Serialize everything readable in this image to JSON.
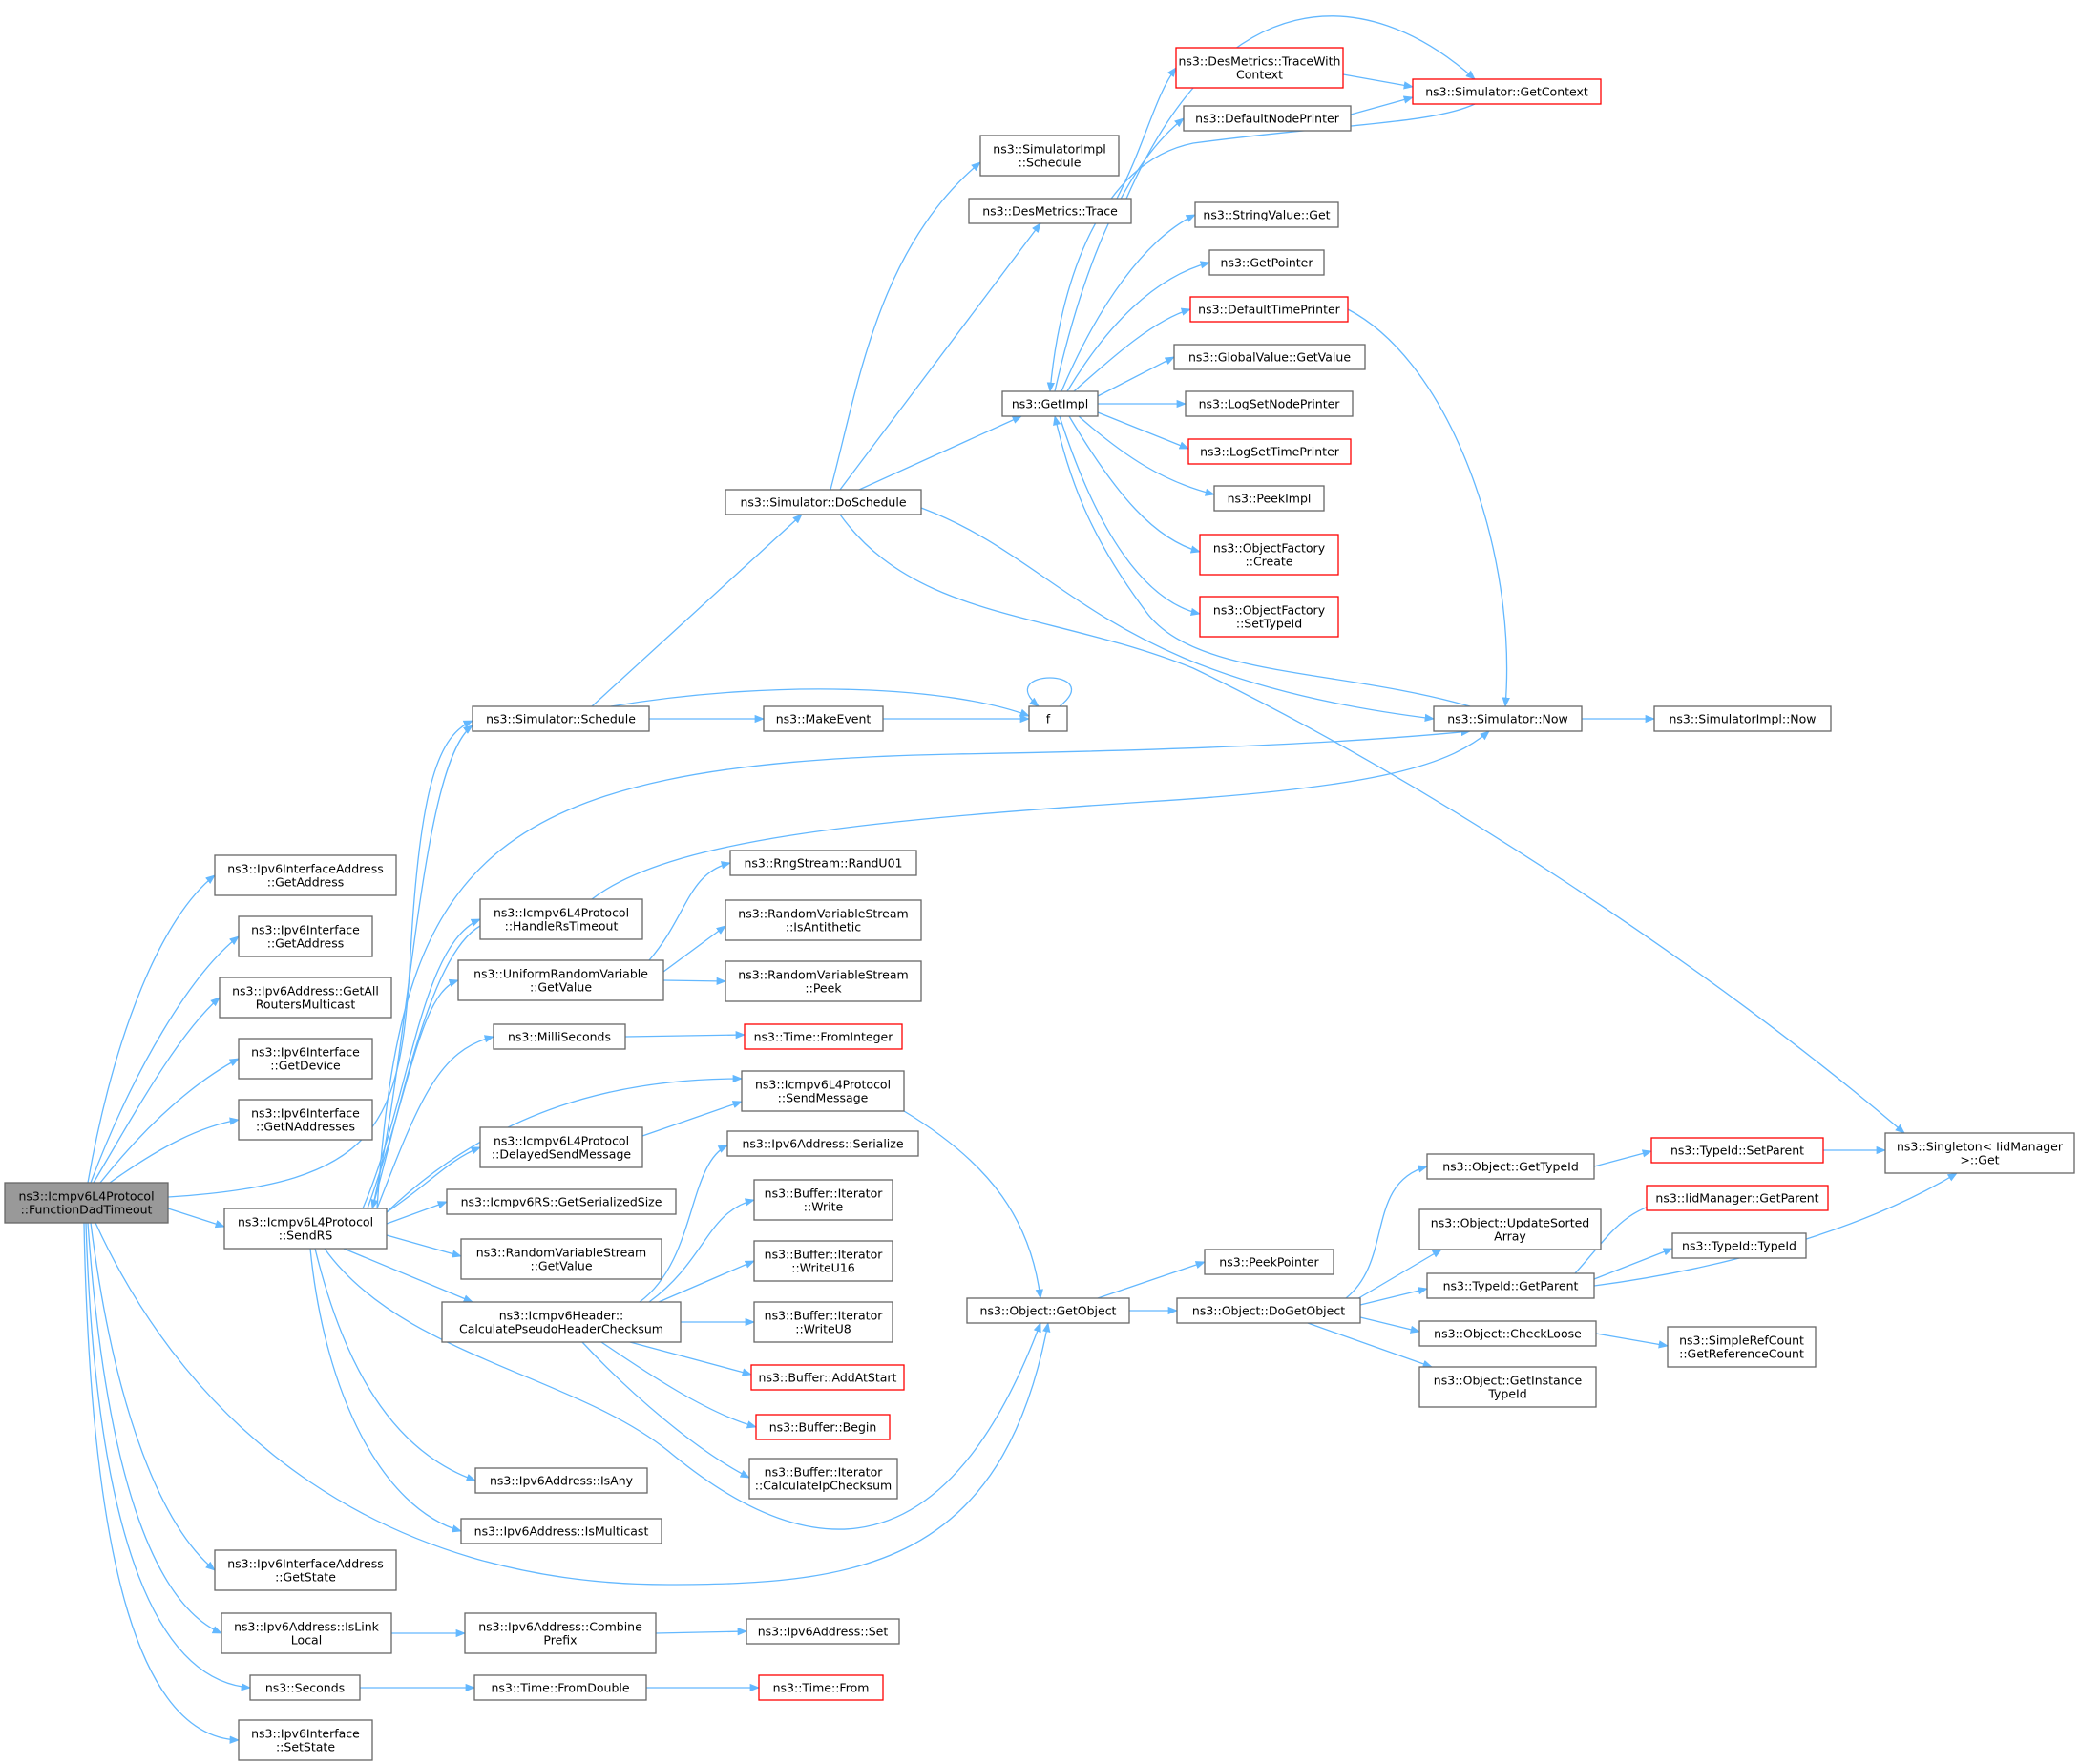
{
  "diagram": {
    "colors": {
      "edge": "#63b8ff",
      "node_border": "#666666",
      "root_fill": "#999999",
      "highlight_border": "#ff0000",
      "text": "#000000"
    },
    "nodes": [
      {
        "id": "root",
        "lines": [
          "ns3::Icmpv6L4Protocol",
          "::FunctionDadTimeout"
        ],
        "kind": "root"
      },
      {
        "id": "ifaddr_getaddress",
        "lines": [
          "ns3::Ipv6InterfaceAddress",
          "::GetAddress"
        ],
        "kind": "normal"
      },
      {
        "id": "iface_getaddress",
        "lines": [
          "ns3::Ipv6Interface",
          "::GetAddress"
        ],
        "kind": "normal"
      },
      {
        "id": "getallrouters",
        "lines": [
          "ns3::Ipv6Address::GetAll",
          "RoutersMulticast"
        ],
        "kind": "normal"
      },
      {
        "id": "iface_getdevice",
        "lines": [
          "ns3::Ipv6Interface",
          "::GetDevice"
        ],
        "kind": "normal"
      },
      {
        "id": "iface_getnaddresses",
        "lines": [
          "ns3::Ipv6Interface",
          "::GetNAddresses"
        ],
        "kind": "normal"
      },
      {
        "id": "sendrs",
        "lines": [
          "ns3::Icmpv6L4Protocol",
          "::SendRS"
        ],
        "kind": "normal"
      },
      {
        "id": "ifaddr_getstate",
        "lines": [
          "ns3::Ipv6InterfaceAddress",
          "::GetState"
        ],
        "kind": "normal"
      },
      {
        "id": "islinklocal",
        "lines": [
          "ns3::Ipv6Address::IsLink",
          "Local"
        ],
        "kind": "normal"
      },
      {
        "id": "seconds",
        "lines": [
          "ns3::Seconds"
        ],
        "kind": "normal"
      },
      {
        "id": "iface_setstate",
        "lines": [
          "ns3::Ipv6Interface",
          "::SetState"
        ],
        "kind": "normal"
      },
      {
        "id": "schedule",
        "lines": [
          "ns3::Simulator::Schedule"
        ],
        "kind": "normal"
      },
      {
        "id": "handlerstimeout",
        "lines": [
          "ns3::Icmpv6L4Protocol",
          "::HandleRsTimeout"
        ],
        "kind": "normal"
      },
      {
        "id": "uniform_getvalue",
        "lines": [
          "ns3::UniformRandomVariable",
          "::GetValue"
        ],
        "kind": "normal"
      },
      {
        "id": "milliseconds",
        "lines": [
          "ns3::MilliSeconds"
        ],
        "kind": "normal"
      },
      {
        "id": "delayedsend",
        "lines": [
          "ns3::Icmpv6L4Protocol",
          "::DelayedSendMessage"
        ],
        "kind": "normal"
      },
      {
        "id": "rs_getsize",
        "lines": [
          "ns3::Icmpv6RS::GetSerializedSize"
        ],
        "kind": "normal"
      },
      {
        "id": "rvs_getvalue",
        "lines": [
          "ns3::RandomVariableStream",
          "::GetValue"
        ],
        "kind": "normal"
      },
      {
        "id": "pseudoheader",
        "lines": [
          "ns3::Icmpv6Header::",
          "CalculatePseudoHeaderChecksum"
        ],
        "kind": "normal"
      },
      {
        "id": "isany",
        "lines": [
          "ns3::Ipv6Address::IsAny"
        ],
        "kind": "normal"
      },
      {
        "id": "ismulticast",
        "lines": [
          "ns3::Ipv6Address::IsMulticast"
        ],
        "kind": "normal"
      },
      {
        "id": "combineprefix",
        "lines": [
          "ns3::Ipv6Address::Combine",
          "Prefix"
        ],
        "kind": "normal"
      },
      {
        "id": "fromdouble",
        "lines": [
          "ns3::Time::FromDouble"
        ],
        "kind": "normal"
      },
      {
        "id": "doschedule",
        "lines": [
          "ns3::Simulator::DoSchedule"
        ],
        "kind": "normal"
      },
      {
        "id": "makeevent",
        "lines": [
          "ns3::MakeEvent"
        ],
        "kind": "normal"
      },
      {
        "id": "f",
        "lines": [
          "f"
        ],
        "kind": "normal"
      },
      {
        "id": "randu01",
        "lines": [
          "ns3::RngStream::RandU01"
        ],
        "kind": "normal"
      },
      {
        "id": "isantithetic",
        "lines": [
          "ns3::RandomVariableStream",
          "::IsAntithetic"
        ],
        "kind": "normal"
      },
      {
        "id": "peek",
        "lines": [
          "ns3::RandomVariableStream",
          "::Peek"
        ],
        "kind": "normal"
      },
      {
        "id": "frominteger",
        "lines": [
          "ns3::Time::FromInteger"
        ],
        "kind": "red"
      },
      {
        "id": "sendmessage",
        "lines": [
          "ns3::Icmpv6L4Protocol",
          "::SendMessage"
        ],
        "kind": "normal"
      },
      {
        "id": "serialize",
        "lines": [
          "ns3::Ipv6Address::Serialize"
        ],
        "kind": "normal"
      },
      {
        "id": "write",
        "lines": [
          "ns3::Buffer::Iterator",
          "::Write"
        ],
        "kind": "normal"
      },
      {
        "id": "writeu16",
        "lines": [
          "ns3::Buffer::Iterator",
          "::WriteU16"
        ],
        "kind": "normal"
      },
      {
        "id": "writeu8",
        "lines": [
          "ns3::Buffer::Iterator",
          "::WriteU8"
        ],
        "kind": "normal"
      },
      {
        "id": "addatstart",
        "lines": [
          "ns3::Buffer::AddAtStart"
        ],
        "kind": "red"
      },
      {
        "id": "begin",
        "lines": [
          "ns3::Buffer::Begin"
        ],
        "kind": "red"
      },
      {
        "id": "ipchecksum",
        "lines": [
          "ns3::Buffer::Iterator",
          "::CalculateIpChecksum"
        ],
        "kind": "normal"
      },
      {
        "id": "set",
        "lines": [
          "ns3::Ipv6Address::Set"
        ],
        "kind": "normal"
      },
      {
        "id": "from",
        "lines": [
          "ns3::Time::From"
        ],
        "kind": "red"
      },
      {
        "id": "simimpl_schedule",
        "lines": [
          "ns3::SimulatorImpl",
          "::Schedule"
        ],
        "kind": "normal"
      },
      {
        "id": "desmetrics_trace",
        "lines": [
          "ns3::DesMetrics::Trace"
        ],
        "kind": "normal"
      },
      {
        "id": "getimpl",
        "lines": [
          "ns3::GetImpl"
        ],
        "kind": "normal"
      },
      {
        "id": "getobject",
        "lines": [
          "ns3::Object::GetObject"
        ],
        "kind": "normal"
      },
      {
        "id": "tracewithcontext",
        "lines": [
          "ns3::DesMetrics::TraceWith",
          "Context"
        ],
        "kind": "red"
      },
      {
        "id": "defaultnodeprinter",
        "lines": [
          "ns3::DefaultNodePrinter"
        ],
        "kind": "normal"
      },
      {
        "id": "stringvalue_get",
        "lines": [
          "ns3::StringValue::Get"
        ],
        "kind": "normal"
      },
      {
        "id": "getpointer",
        "lines": [
          "ns3::GetPointer"
        ],
        "kind": "normal"
      },
      {
        "id": "defaulttimeprinter",
        "lines": [
          "ns3::DefaultTimePrinter"
        ],
        "kind": "red"
      },
      {
        "id": "globalvalue_getvalue",
        "lines": [
          "ns3::GlobalValue::GetValue"
        ],
        "kind": "normal"
      },
      {
        "id": "logsetnodeprinter",
        "lines": [
          "ns3::LogSetNodePrinter"
        ],
        "kind": "normal"
      },
      {
        "id": "logsettimeprinter",
        "lines": [
          "ns3::LogSetTimePrinter"
        ],
        "kind": "red"
      },
      {
        "id": "peekimpl",
        "lines": [
          "ns3::PeekImpl"
        ],
        "kind": "normal"
      },
      {
        "id": "factory_create",
        "lines": [
          "ns3::ObjectFactory",
          "::Create"
        ],
        "kind": "red"
      },
      {
        "id": "factory_settypeid",
        "lines": [
          "ns3::ObjectFactory",
          "::SetTypeId"
        ],
        "kind": "red"
      },
      {
        "id": "peekpointer",
        "lines": [
          "ns3::PeekPointer"
        ],
        "kind": "normal"
      },
      {
        "id": "dogetobject",
        "lines": [
          "ns3::Object::DoGetObject"
        ],
        "kind": "normal"
      },
      {
        "id": "getcontext",
        "lines": [
          "ns3::Simulator::GetContext"
        ],
        "kind": "red"
      },
      {
        "id": "now",
        "lines": [
          "ns3::Simulator::Now"
        ],
        "kind": "normal"
      },
      {
        "id": "simimpl_now",
        "lines": [
          "ns3::SimulatorImpl::Now"
        ],
        "kind": "normal"
      },
      {
        "id": "gettypeid",
        "lines": [
          "ns3::Object::GetTypeId"
        ],
        "kind": "normal"
      },
      {
        "id": "updatesorted",
        "lines": [
          "ns3::Object::UpdateSorted",
          "Array"
        ],
        "kind": "normal"
      },
      {
        "id": "typeid_getparent",
        "lines": [
          "ns3::TypeId::GetParent"
        ],
        "kind": "normal"
      },
      {
        "id": "checkloose",
        "lines": [
          "ns3::Object::CheckLoose"
        ],
        "kind": "normal"
      },
      {
        "id": "getinstancetypeid",
        "lines": [
          "ns3::Object::GetInstance",
          "TypeId"
        ],
        "kind": "normal"
      },
      {
        "id": "setparent",
        "lines": [
          "ns3::TypeId::SetParent"
        ],
        "kind": "red"
      },
      {
        "id": "iidmanager_getparent",
        "lines": [
          "ns3::IidManager::GetParent"
        ],
        "kind": "red"
      },
      {
        "id": "typeid_typeid",
        "lines": [
          "ns3::TypeId::TypeId"
        ],
        "kind": "normal"
      },
      {
        "id": "getreferencecount",
        "lines": [
          "ns3::SimpleRefCount",
          "::GetReferenceCount"
        ],
        "kind": "normal"
      },
      {
        "id": "singleton_get",
        "lines": [
          "ns3::Singleton< IidManager",
          ">::Get"
        ],
        "kind": "normal"
      }
    ],
    "edges": [
      [
        "root",
        "ifaddr_getaddress"
      ],
      [
        "root",
        "iface_getaddress"
      ],
      [
        "root",
        "getallrouters"
      ],
      [
        "root",
        "iface_getdevice"
      ],
      [
        "root",
        "iface_getnaddresses"
      ],
      [
        "root",
        "sendrs"
      ],
      [
        "root",
        "ifaddr_getstate"
      ],
      [
        "root",
        "islinklocal"
      ],
      [
        "root",
        "seconds"
      ],
      [
        "root",
        "iface_setstate"
      ],
      [
        "root",
        "schedule"
      ],
      [
        "root",
        "getobject"
      ],
      [
        "sendrs",
        "schedule"
      ],
      [
        "sendrs",
        "handlerstimeout"
      ],
      [
        "sendrs",
        "uniform_getvalue"
      ],
      [
        "sendrs",
        "milliseconds"
      ],
      [
        "sendrs",
        "delayedsend"
      ],
      [
        "sendrs",
        "rs_getsize"
      ],
      [
        "sendrs",
        "rvs_getvalue"
      ],
      [
        "sendrs",
        "pseudoheader"
      ],
      [
        "sendrs",
        "isany"
      ],
      [
        "sendrs",
        "ismulticast"
      ],
      [
        "sendrs",
        "sendmessage"
      ],
      [
        "sendrs",
        "now"
      ],
      [
        "sendrs",
        "getobject"
      ],
      [
        "handlerstimeout",
        "sendrs"
      ],
      [
        "handlerstimeout",
        "now"
      ],
      [
        "islinklocal",
        "combineprefix"
      ],
      [
        "combineprefix",
        "set"
      ],
      [
        "seconds",
        "fromdouble"
      ],
      [
        "fromdouble",
        "from"
      ],
      [
        "schedule",
        "doschedule"
      ],
      [
        "schedule",
        "makeevent"
      ],
      [
        "schedule",
        "f"
      ],
      [
        "makeevent",
        "f"
      ],
      [
        "f",
        "f"
      ],
      [
        "uniform_getvalue",
        "randu01"
      ],
      [
        "uniform_getvalue",
        "isantithetic"
      ],
      [
        "uniform_getvalue",
        "peek"
      ],
      [
        "milliseconds",
        "frominteger"
      ],
      [
        "delayedsend",
        "sendmessage"
      ],
      [
        "sendmessage",
        "getobject"
      ],
      [
        "pseudoheader",
        "serialize"
      ],
      [
        "pseudoheader",
        "write"
      ],
      [
        "pseudoheader",
        "writeu16"
      ],
      [
        "pseudoheader",
        "writeu8"
      ],
      [
        "pseudoheader",
        "addatstart"
      ],
      [
        "pseudoheader",
        "begin"
      ],
      [
        "pseudoheader",
        "ipchecksum"
      ],
      [
        "doschedule",
        "simimpl_schedule"
      ],
      [
        "doschedule",
        "desmetrics_trace"
      ],
      [
        "doschedule",
        "getimpl"
      ],
      [
        "doschedule",
        "now"
      ],
      [
        "doschedule",
        "singleton_get"
      ],
      [
        "desmetrics_trace",
        "tracewithcontext"
      ],
      [
        "desmetrics_trace",
        "getcontext"
      ],
      [
        "tracewithcontext",
        "getcontext"
      ],
      [
        "getimpl",
        "defaultnodeprinter"
      ],
      [
        "getimpl",
        "stringvalue_get"
      ],
      [
        "getimpl",
        "getpointer"
      ],
      [
        "getimpl",
        "defaulttimeprinter"
      ],
      [
        "getimpl",
        "globalvalue_getvalue"
      ],
      [
        "getimpl",
        "logsetnodeprinter"
      ],
      [
        "getimpl",
        "logsettimeprinter"
      ],
      [
        "getimpl",
        "peekimpl"
      ],
      [
        "getimpl",
        "factory_create"
      ],
      [
        "getimpl",
        "factory_settypeid"
      ],
      [
        "getcontext",
        "getimpl"
      ],
      [
        "defaultnodeprinter",
        "getcontext"
      ],
      [
        "defaulttimeprinter",
        "now"
      ],
      [
        "now",
        "getimpl"
      ],
      [
        "now",
        "simimpl_now"
      ],
      [
        "getobject",
        "peekpointer"
      ],
      [
        "getobject",
        "dogetobject"
      ],
      [
        "dogetobject",
        "gettypeid"
      ],
      [
        "dogetobject",
        "updatesorted"
      ],
      [
        "dogetobject",
        "typeid_getparent"
      ],
      [
        "dogetobject",
        "checkloose"
      ],
      [
        "dogetobject",
        "getinstancetypeid"
      ],
      [
        "gettypeid",
        "setparent"
      ],
      [
        "setparent",
        "singleton_get"
      ],
      [
        "typeid_getparent",
        "iidmanager_getparent"
      ],
      [
        "typeid_getparent",
        "typeid_typeid"
      ],
      [
        "typeid_getparent",
        "singleton_get"
      ],
      [
        "checkloose",
        "getreferencecount"
      ]
    ]
  }
}
